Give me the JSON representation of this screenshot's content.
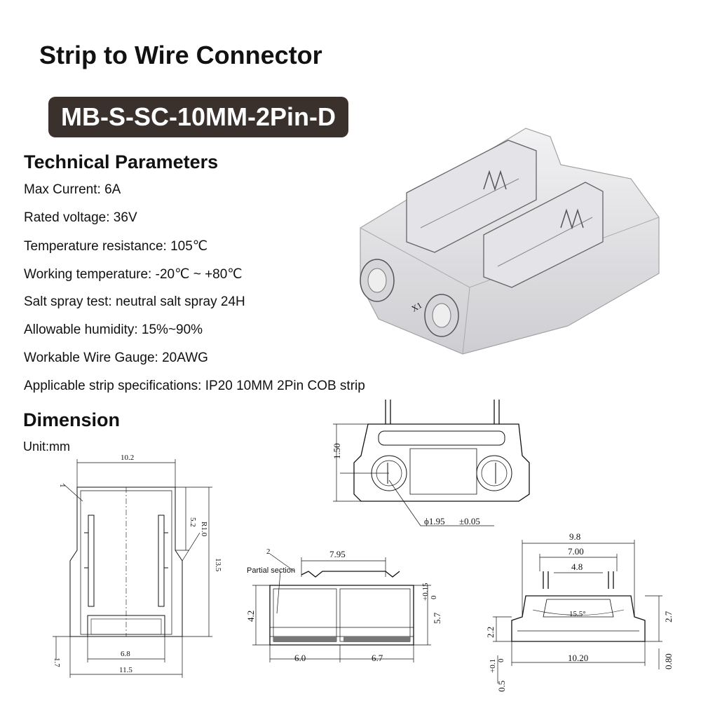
{
  "title": "Strip to Wire Connector",
  "model": "MB-S-SC-10MM-2Pin-D",
  "technical": {
    "heading": "Technical Parameters",
    "params": [
      "Max Current: 6A",
      "Rated voltage: 36V",
      "Temperature resistance: 105℃",
      "Working temperature: -20℃ ~ +80℃",
      "Salt spray test: neutral salt spray 24H",
      "Allowable humidity: 15%~90%",
      "Workable Wire Gauge: 20AWG",
      "Applicable strip specifications: IP20 10MM 2Pin COB strip"
    ]
  },
  "dimension": {
    "heading": "Dimension",
    "unit": "Unit:mm",
    "top_view": {
      "label_1": "1",
      "width_top": "10.2",
      "width_bottom": "11.5",
      "inner_width": "6.8",
      "height": "13.5",
      "step": "5.2",
      "radius": "R1.0",
      "bottom_margin": "1.7"
    },
    "front_view": {
      "height": "1.50",
      "diameter": "ϕ1.95",
      "tolerance": "±0.05"
    },
    "section_view": {
      "label_2": "2",
      "partial": "Partial section",
      "top": "7.95",
      "left_h": "4.2",
      "right_h": "5.7",
      "tol_plus": "+0.15",
      "tol_zero": "0",
      "left_w": "6.0",
      "right_w": "6.7"
    },
    "side_view": {
      "w_total": "9.8",
      "w_mid": "7.00",
      "w_inner": "4.8",
      "angle": "15.5°",
      "h_right": "2.7",
      "h_left": "2.2",
      "w_bottom": "10.20",
      "bot_right": "0.80",
      "bot_left": "0.5",
      "bot_tol_plus": "+0.1",
      "bot_tol_zero": "0"
    }
  }
}
